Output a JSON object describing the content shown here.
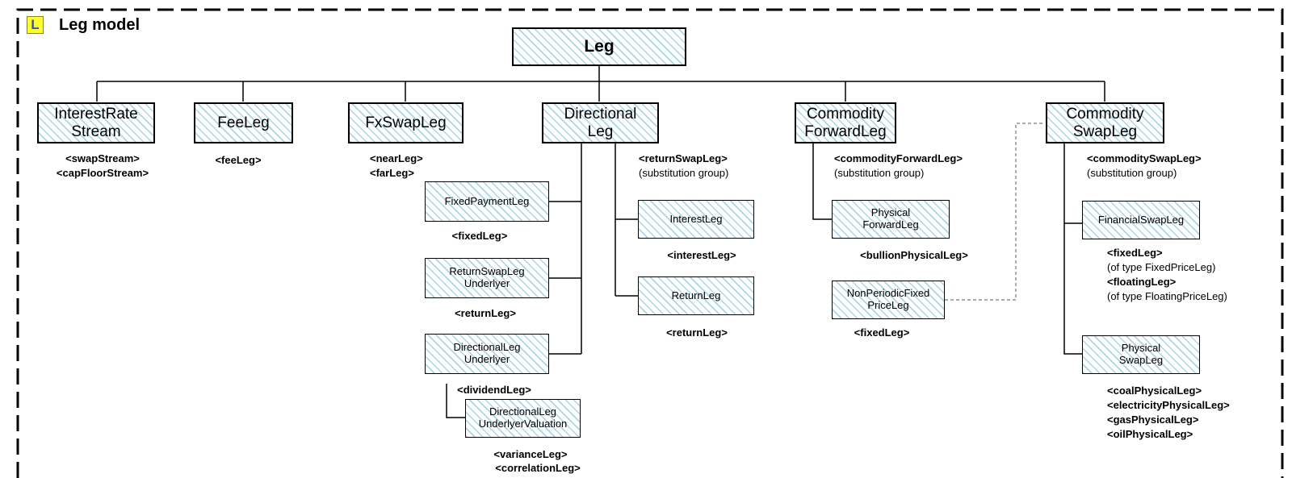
{
  "title": "Leg model",
  "badge": "L",
  "boxes": {
    "leg": "Leg",
    "interest_rate_stream": "InterestRate\nStream",
    "fee_leg": "FeeLeg",
    "fx_swap_leg": "FxSwapLeg",
    "directional_leg": "Directional\nLeg",
    "commodity_forward_leg": "Commodity\nForwardLeg",
    "commodity_swap_leg": "Commodity\nSwapLeg",
    "fixed_payment_leg": "FixedPaymentLeg",
    "return_swap_leg_underlyer": "ReturnSwapLeg\nUnderlyer",
    "directional_leg_underlyer": "DirectionalLeg\nUnderlyer",
    "directional_leg_underlyer_valuation": "DirectionalLeg\nUnderlyerValuation",
    "interest_leg": "InterestLeg",
    "return_leg": "ReturnLeg",
    "physical_forward_leg": "Physical\nForwardLeg",
    "non_periodic_fixed_price_leg": "NonPeriodicFixed\nPriceLeg",
    "financial_swap_leg": "FinancialSwapLeg",
    "physical_swap_leg": "Physical\nSwapLeg"
  },
  "labels": {
    "swap_stream": "<swapStream>",
    "cap_floor_stream": "<capFloorStream>",
    "fee_leg": "<feeLeg>",
    "near_leg": "<nearLeg>",
    "far_leg": "<farLeg>",
    "return_swap_leg": "<returnSwapLeg>",
    "substitution_group": "(substitution group)",
    "commodity_forward_leg": "<commodityForwardLeg>",
    "commodity_swap_leg": "<commoditySwapLeg>",
    "fixed_leg_dir": "<fixedLeg>",
    "return_leg_dir": "<returnLeg>",
    "dividend_leg": "<dividendLeg>",
    "variance_leg": "<varianceLeg>",
    "correlation_leg": "<correlationLeg>",
    "interest_leg": "<interestLeg>",
    "return_leg": "<returnLeg>",
    "bullion_physical_leg": "<bullionPhysicalLeg>",
    "fixed_leg_fwd": "<fixedLeg>",
    "fixed_leg_swap": "<fixedLeg>",
    "of_type_fixed_price_leg": "(of type FixedPriceLeg)",
    "floating_leg": "<floatingLeg>",
    "of_type_floating_price_leg": "(of type FloatingPriceLeg)",
    "coal_physical_leg": "<coalPhysicalLeg>",
    "electricity_physical_leg": "<electricityPhysicalLeg>",
    "gas_physical_leg": "<gasPhysicalLeg>",
    "oil_physical_leg": "<oilPhysicalLeg>"
  },
  "colors": {
    "hatch": "#a9d6e8",
    "badge_bg": "#ffff33",
    "badge_letter": "#2a56c6",
    "frame": "#000000"
  }
}
